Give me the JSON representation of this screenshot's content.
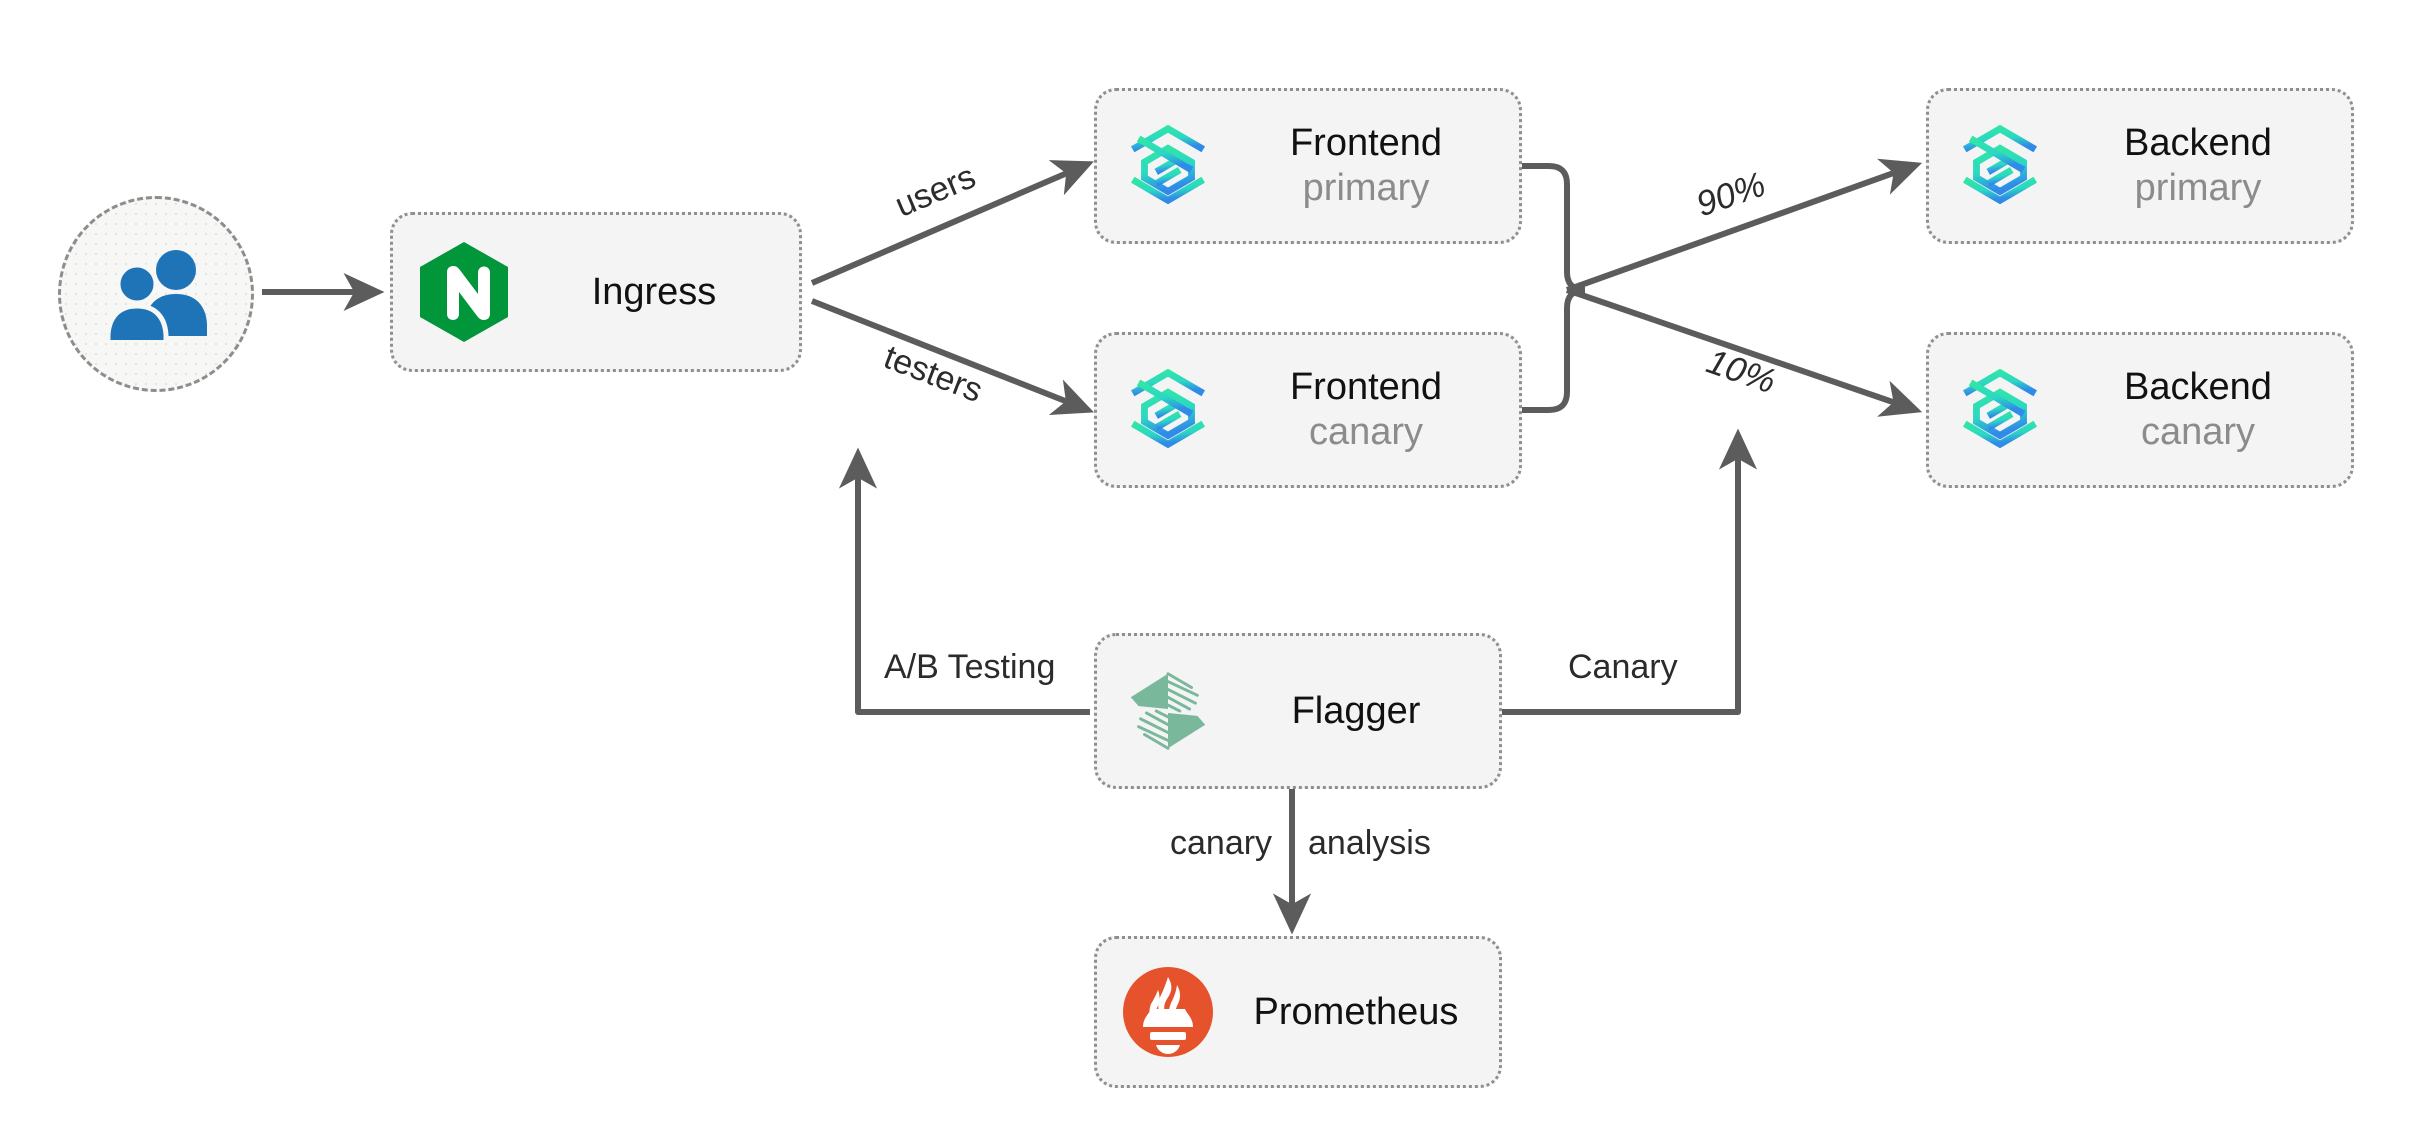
{
  "diagram": {
    "title": "Flagger progressive delivery topology",
    "background": "#ffffff",
    "edge_color": "#5c5c5c",
    "node_fill": "#f4f4f4",
    "node_border": "#8f8f8f",
    "sub_text_color": "#8c8c8c"
  },
  "nodes": {
    "users": {
      "label": "",
      "icon": "users-icon",
      "icon_color": "#1f73b7"
    },
    "ingress": {
      "title": "Ingress",
      "sub": "",
      "icon": "nginx-icon",
      "icon_color": "#009639"
    },
    "frontend_primary": {
      "title": "Frontend",
      "sub": "primary",
      "icon": "flux-cube-icon",
      "icon_color": "#31e0a5"
    },
    "frontend_canary": {
      "title": "Frontend",
      "sub": "canary",
      "icon": "flux-cube-icon",
      "icon_color": "#31e0a5"
    },
    "backend_primary": {
      "title": "Backend",
      "sub": "primary",
      "icon": "flux-cube-icon",
      "icon_color": "#31e0a5"
    },
    "backend_canary": {
      "title": "Backend",
      "sub": "canary",
      "icon": "flux-cube-icon",
      "icon_color": "#31e0a5"
    },
    "flagger": {
      "title": "Flagger",
      "sub": "",
      "icon": "flagger-icon",
      "icon_color": "#7ab89b"
    },
    "prometheus": {
      "title": "Prometheus",
      "sub": "",
      "icon": "prometheus-icon",
      "icon_color": "#e6522c"
    }
  },
  "edges": {
    "users_to_ingress": {
      "label": ""
    },
    "ingress_to_frontend_primary": {
      "label": "users"
    },
    "ingress_to_frontend_canary": {
      "label": "testers"
    },
    "frontend_to_backend_primary": {
      "label": "90%"
    },
    "frontend_to_backend_canary": {
      "label": "10%"
    },
    "flagger_to_frontend_canary": {
      "label": "A/B Testing"
    },
    "flagger_to_backend_canary": {
      "label": "Canary"
    },
    "flagger_to_prometheus_left": {
      "label": "canary"
    },
    "flagger_to_prometheus_right": {
      "label": "analysis"
    }
  }
}
